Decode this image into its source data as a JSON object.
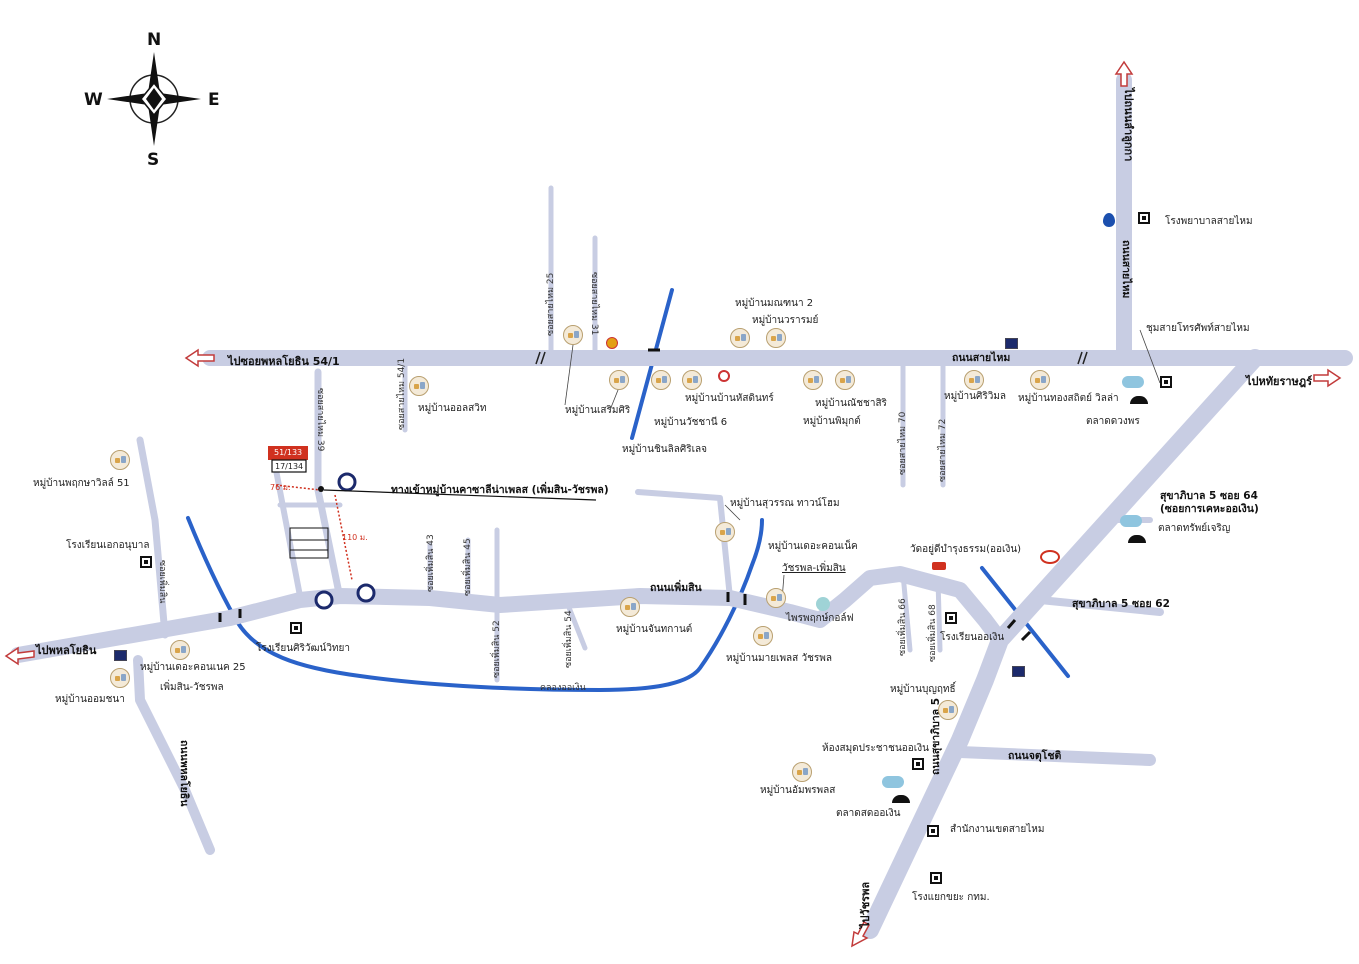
{
  "compass": {
    "n": "N",
    "s": "S",
    "e": "E",
    "w": "W"
  },
  "colors": {
    "road": "#c8cde3",
    "canal": "#2a62c9",
    "accent_red": "#d0311f",
    "arrow": "#c23b3b"
  },
  "destinations": {
    "west_top": "ไปซอยพหลโยธิน 54/1",
    "east_top": "ไปหทัยราษฎร์",
    "west_bottom": "ไปพหลโยธิน",
    "north": "ไปถนนลำลูกกา",
    "south": "ไปวัชรพล"
  },
  "roads": {
    "sai_mai": "ถนนสายไหม",
    "phermsin": "ถนนเพิ่มสิน",
    "chot": "ถนนจตุโชติ",
    "sukha5": "ถนนสุขาภิบาล 5",
    "sai_mai_soi": "ถนนสายไหม",
    "soi25": "ซอยสายไหม 25",
    "soi31": "ซอยสายไหม 31",
    "soi54": "ซอยสายไหม 54/1",
    "soi39": "ซอยสายไหม 39",
    "soi70": "ซอยสายไหม 70",
    "soi72": "ซอยสายไหม 72",
    "soi43": "ซอยเพิ่มสิน 43",
    "soi45": "ซอยเพิ่มสิน 45",
    "soi52": "ซอยเพิ่มสิน 52",
    "soi54b": "ซอยเพิ่มสิน 54",
    "soi66": "ซอยเพิ่มสิน 66",
    "soi68": "ซอยเพิ่มสิน 68",
    "soi_left": "ซอยเพิ่มสิน",
    "canal": "คลองออเงิน",
    "diag": "ถนนพหลโยธิน",
    "sukha5_64": "สุขาภิบาล 5 ซอย 64",
    "sukha5_64b": "(ซอยการเคหะออเงิน)",
    "sukha5_62": "สุขาภิบาล 5 ซอย 62",
    "bottom_left": "ถนนพหลโยธิน"
  },
  "places": {
    "hospital": "โรงพยาบาลสายไหม",
    "exchange": "ชุมสายโทรศัพท์สายไหม",
    "v_manthana2": "หมู่บ้านมณฑนา 2",
    "v_warom": "หมู่บ้านวรารมย์",
    "v_allswit": "หมู่บ้านออลสวิท",
    "v_sermsiri": "หมู่บ้านเสริมศิริ",
    "v_watchani6": "หมู่บ้านวัชชานี 6",
    "v_sinsiri": "หมู่บ้านชินลิลศิริเลจ",
    "v_hattsin": "หมู่บ้านบ้านหัสดินทร์",
    "v_natsiri": "หมู่บ้านณัชชาสิริ",
    "v_phimuk": "หมู่บ้านพิมุกต์",
    "v_siriwimon": "หมู่บ้านศิริวิมล",
    "v_thongsathit": "หมู่บ้านทองสถิตย์ วิลล่า",
    "market_duangphon": "ตลาดดวงพร",
    "v_pruksa51": "หมู่บ้านพฤกษาวิลล์ 51",
    "school_anuban": "โรงเรียนเอกอนุบาล",
    "entrance": "ทางเข้าหมู่บ้านคาซาลีน่าเพลส (เพิ่มสิน-วัชรพล)",
    "lot1": "51/133",
    "lot2": "17/134",
    "d76": "76 ม.",
    "d110": "110 ม.",
    "v_surawan": "หมู่บ้านสุวรรณ ทาวน์โฮม",
    "v_decondo": "หมู่บ้านเดอะคอนเน็ค",
    "v_decondo2": "วัชรพล-เพิ่มสิน",
    "temple": "วัดอยู่ดีบำรุงธรรม(ออเงิน)",
    "market_charoen": "ตลาดทรัพย์เจริญ",
    "school_siriwat": "โรงเรียนศิริวัฒน์วิทยา",
    "v_chanthakan": "หมู่บ้านจันทกานต์",
    "v_decondo25": "หมู่บ้านเดอะคอนเนค 25",
    "v_decondo25b": "เพิ่มสิน-วัชรพล",
    "v_omchana": "หมู่บ้านออมชนา",
    "v_mypolace": "หมู่บ้านมายเพลส วัชรพล",
    "pure_golf": "ไพรพฤกษ์กอล์ฟ",
    "school_oengoen": "โรงเรียนออเงิน",
    "v_bunrak": "หมู่บ้านบุญฤทธิ์",
    "library": "ห้องสมุดประชาชนออเงิน",
    "v_ampro": "หมู่บ้านอัมพรพลส",
    "market_oengoen": "ตลาดสดออเงิน",
    "district_office": "สำนักงานเขตสายไหม",
    "garbage": "โรงแยกขยะ กทม."
  }
}
